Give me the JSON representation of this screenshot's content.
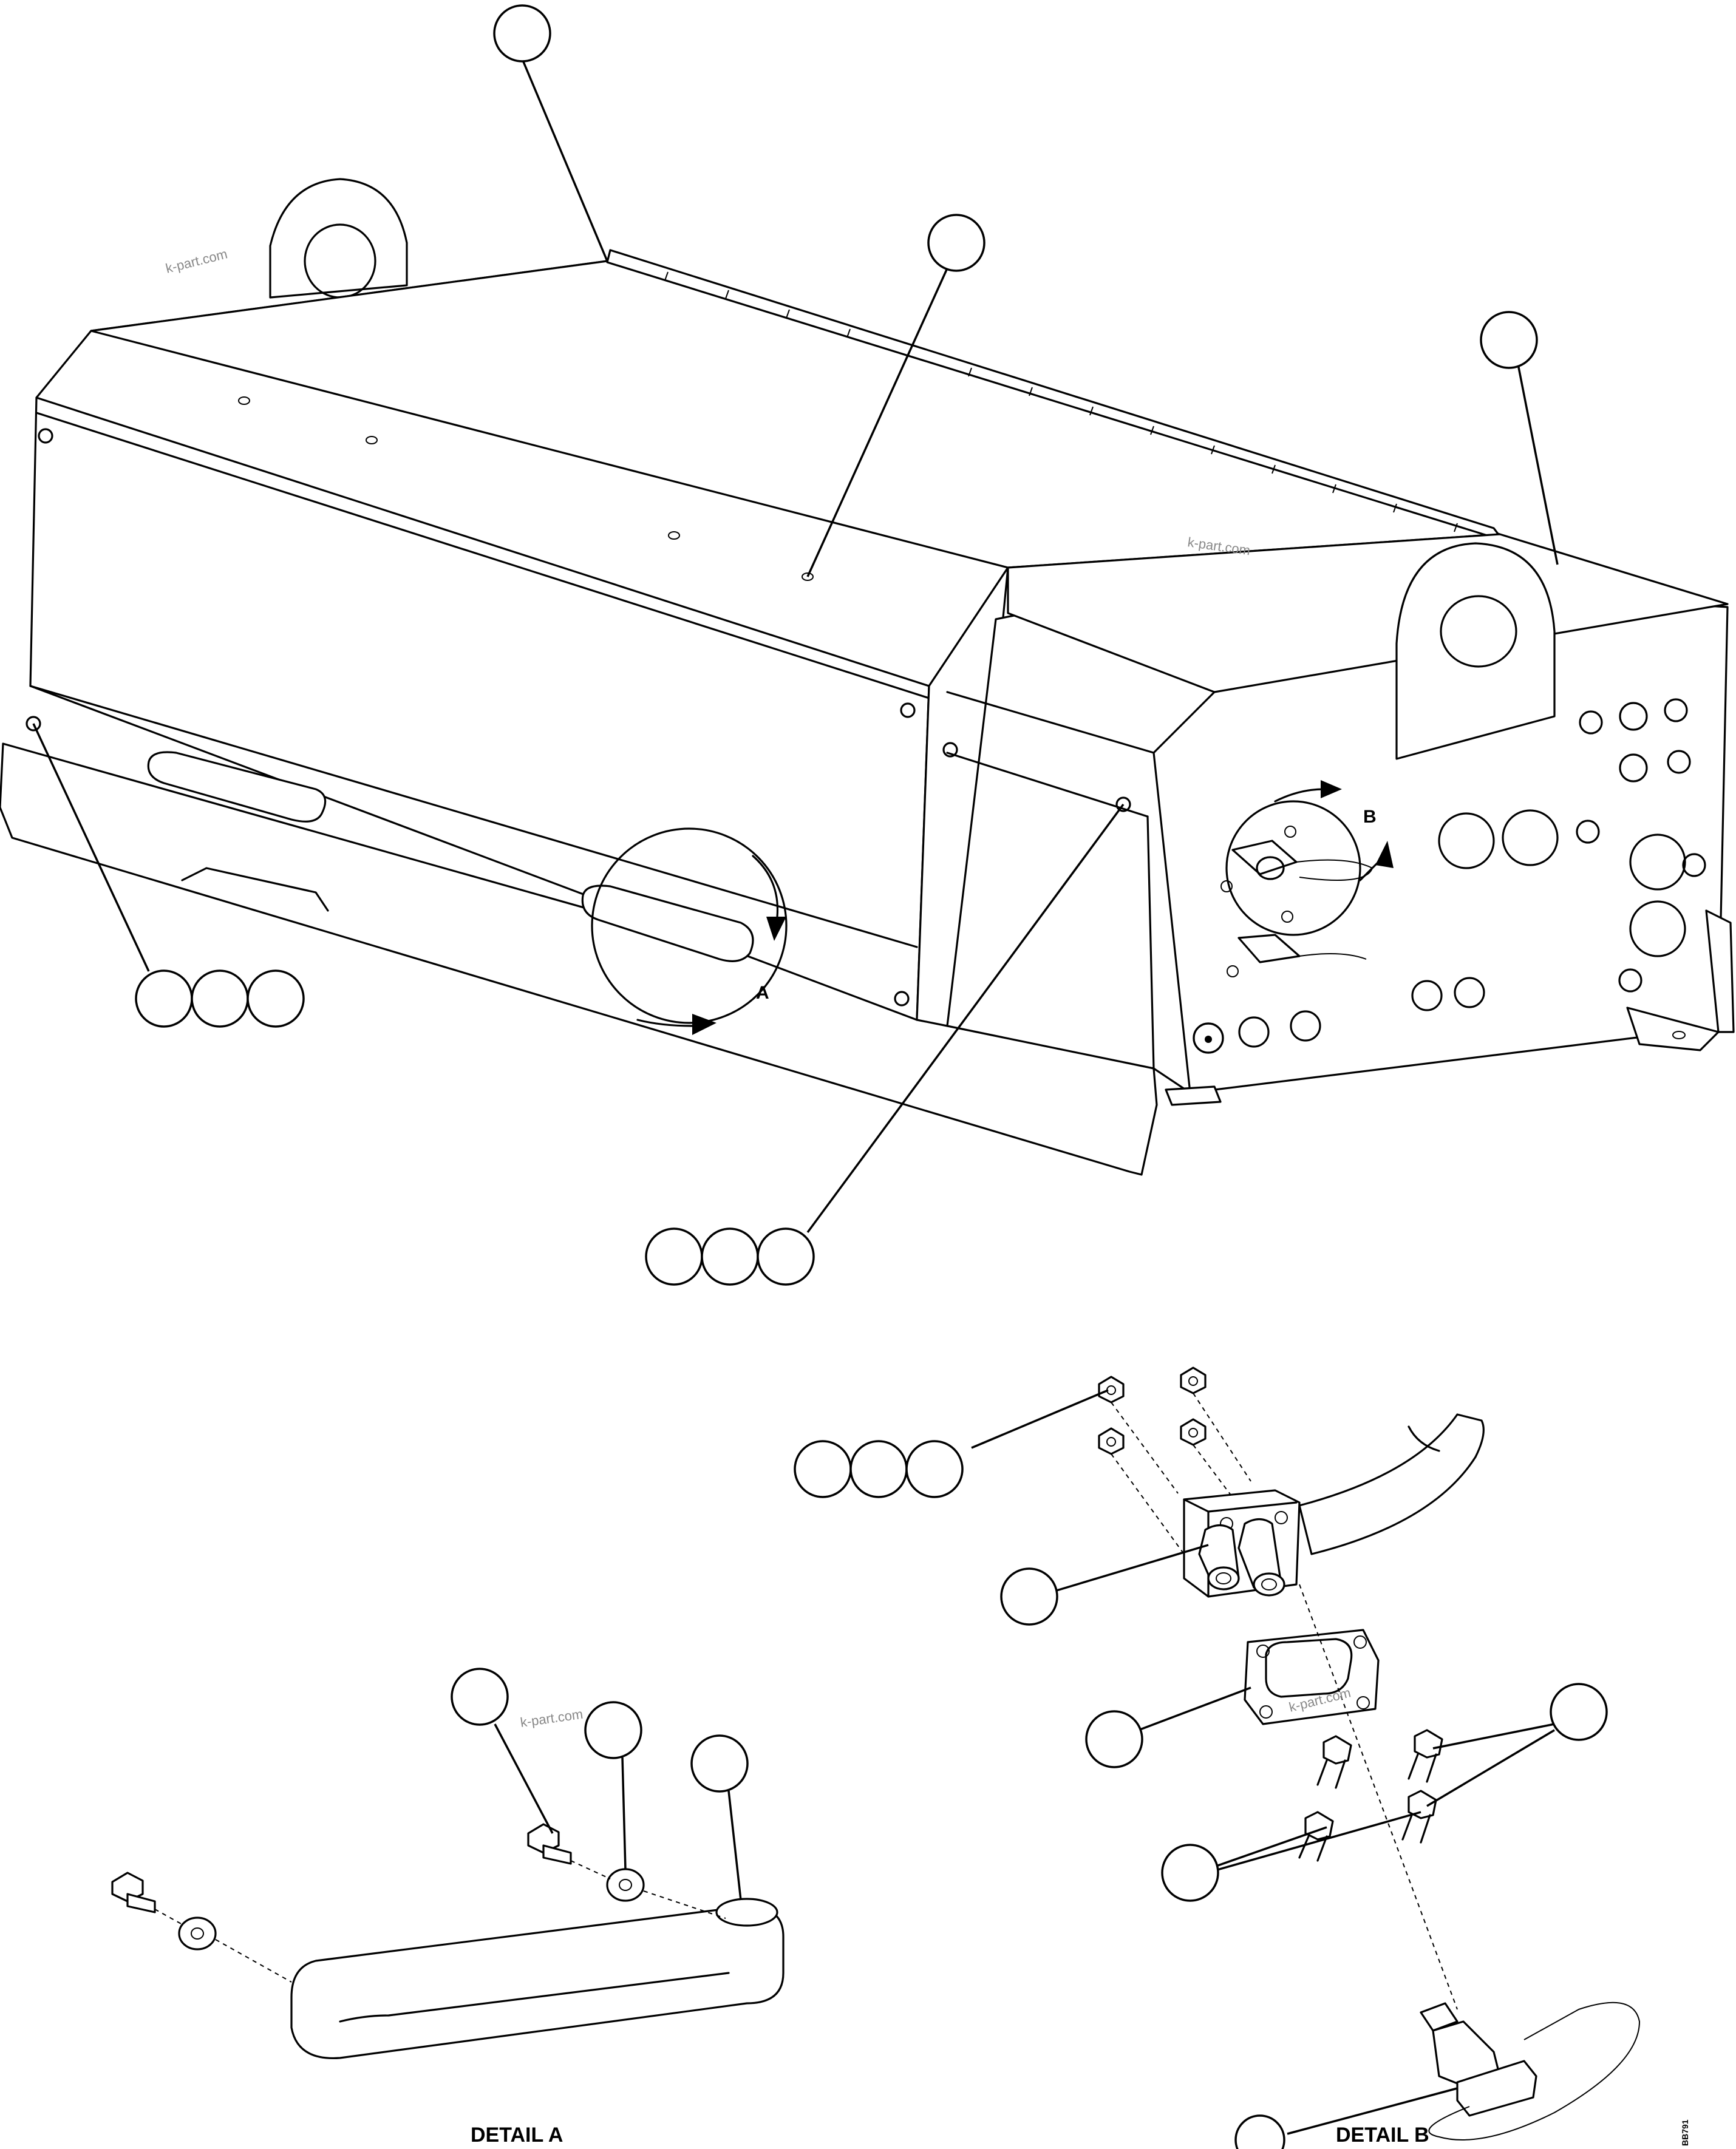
{
  "watermark": "k-part.com",
  "view_labels": {
    "a": "A",
    "b": "B"
  },
  "detail_titles": {
    "a": "DETAIL A",
    "b": "DETAIL B"
  },
  "drawing_number": "BB791"
}
